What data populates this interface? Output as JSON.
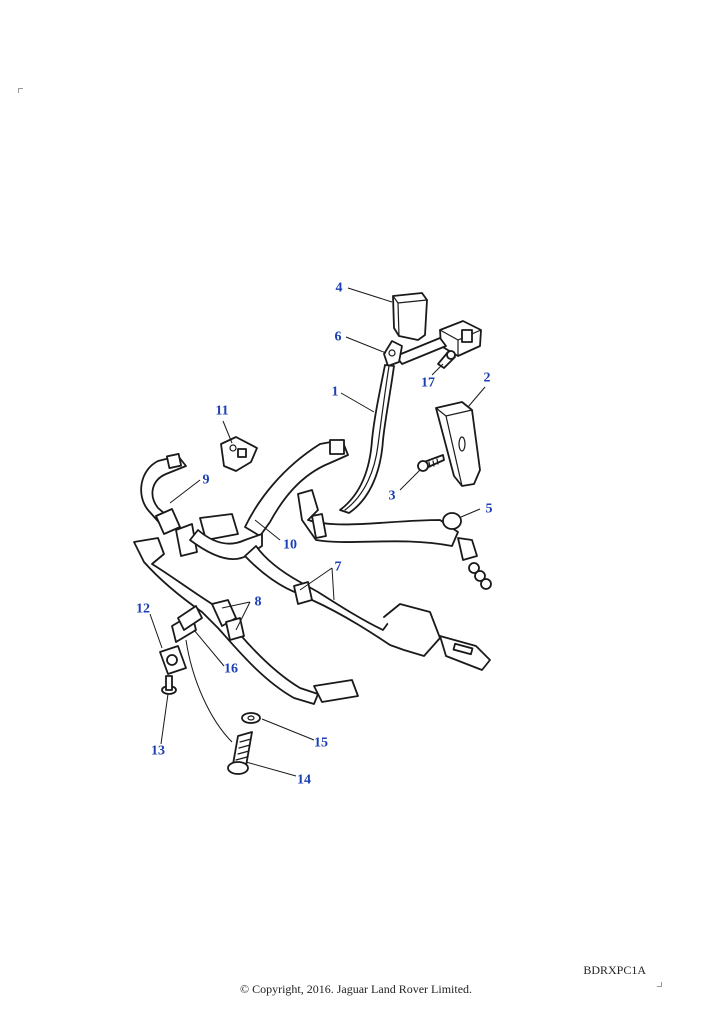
{
  "diagram": {
    "parts": [
      {
        "id": "belt",
        "callout": "1"
      },
      {
        "id": "trim-cover",
        "callout": "2"
      },
      {
        "id": "screw",
        "callout": "3"
      },
      {
        "id": "cap",
        "callout": "4"
      },
      {
        "id": "bolt-assembly",
        "callout": "5"
      },
      {
        "id": "guide",
        "callout": "6"
      },
      {
        "id": "lap-belt-right",
        "callout": "7"
      },
      {
        "id": "lap-belt-left",
        "callout": "8"
      },
      {
        "id": "buckle-left",
        "callout": "9"
      },
      {
        "id": "buckle-strap",
        "callout": "10"
      },
      {
        "id": "cover-plate",
        "callout": "11"
      },
      {
        "id": "bracket",
        "callout": "12"
      },
      {
        "id": "stud",
        "callout": "13"
      },
      {
        "id": "bolt",
        "callout": "14"
      },
      {
        "id": "washer",
        "callout": "15"
      },
      {
        "id": "spacer",
        "callout": "16"
      },
      {
        "id": "screw-upper",
        "callout": "17"
      }
    ]
  },
  "footer": {
    "reference": "BDRXPC1A",
    "copyright": "© Copyright, 2016. Jaguar Land Rover Limited."
  }
}
